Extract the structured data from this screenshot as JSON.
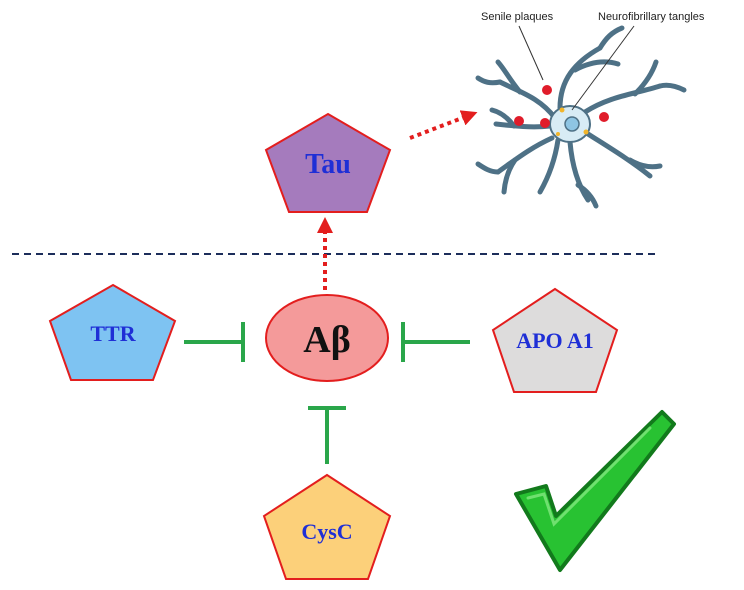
{
  "nodes": {
    "tau": {
      "label": "Tau",
      "fill": "#a57bbd"
    },
    "abeta": {
      "label": "Aβ",
      "fill": "#f49a9a"
    },
    "ttr": {
      "label": "TTR",
      "fill": "#7ec3f2"
    },
    "apoa1": {
      "label": "APO A1",
      "fill": "#dddcdc"
    },
    "cysc": {
      "label": "CysC",
      "fill": "#fcd07a"
    }
  },
  "neuron": {
    "label_plaques": "Senile plaques",
    "label_tangles": "Neurofibrillary tangles"
  },
  "colors": {
    "outline": "#e31e1e",
    "inhibit": "#2aa64a",
    "arrow": "#e31e1e",
    "divider": "#1c2d5a",
    "check": "#28c232",
    "check_outline": "#127a1c"
  }
}
